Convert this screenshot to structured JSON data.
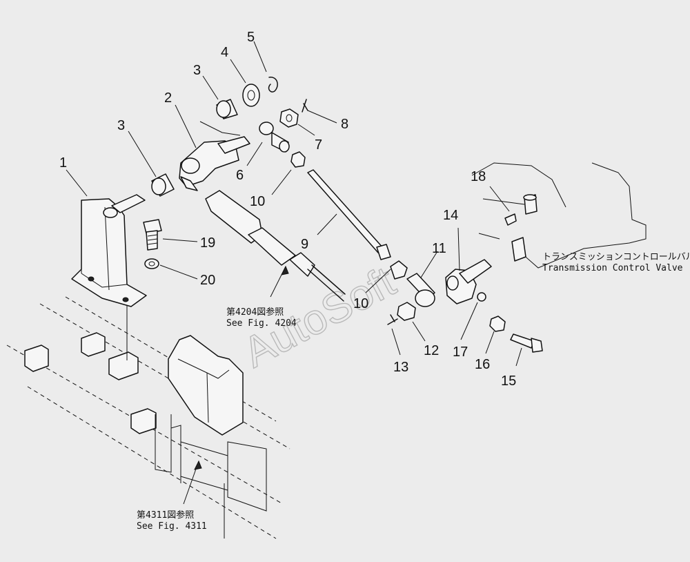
{
  "watermark": "AutoSoft",
  "callouts": [
    {
      "id": "callout-1",
      "label": "1"
    },
    {
      "id": "callout-2",
      "label": "2"
    },
    {
      "id": "callout-3a",
      "label": "3"
    },
    {
      "id": "callout-3b",
      "label": "3"
    },
    {
      "id": "callout-4",
      "label": "4"
    },
    {
      "id": "callout-5",
      "label": "5"
    },
    {
      "id": "callout-6",
      "label": "6"
    },
    {
      "id": "callout-7",
      "label": "7"
    },
    {
      "id": "callout-8",
      "label": "8"
    },
    {
      "id": "callout-9",
      "label": "9"
    },
    {
      "id": "callout-10a",
      "label": "10"
    },
    {
      "id": "callout-10b",
      "label": "10"
    },
    {
      "id": "callout-11",
      "label": "11"
    },
    {
      "id": "callout-12",
      "label": "12"
    },
    {
      "id": "callout-13",
      "label": "13"
    },
    {
      "id": "callout-14",
      "label": "14"
    },
    {
      "id": "callout-15",
      "label": "15"
    },
    {
      "id": "callout-16",
      "label": "16"
    },
    {
      "id": "callout-17",
      "label": "17"
    },
    {
      "id": "callout-18",
      "label": "18"
    },
    {
      "id": "callout-19",
      "label": "19"
    },
    {
      "id": "callout-20",
      "label": "20"
    }
  ],
  "notes": {
    "fig4204_jp": "第4204図参照",
    "fig4204_en": "See Fig. 4204",
    "fig4311_jp": "第4311図参照",
    "fig4311_en": "See Fig. 4311",
    "valve_jp": "トランスミッションコントロールバルブ",
    "valve_en": "Transmission Control Valve"
  }
}
